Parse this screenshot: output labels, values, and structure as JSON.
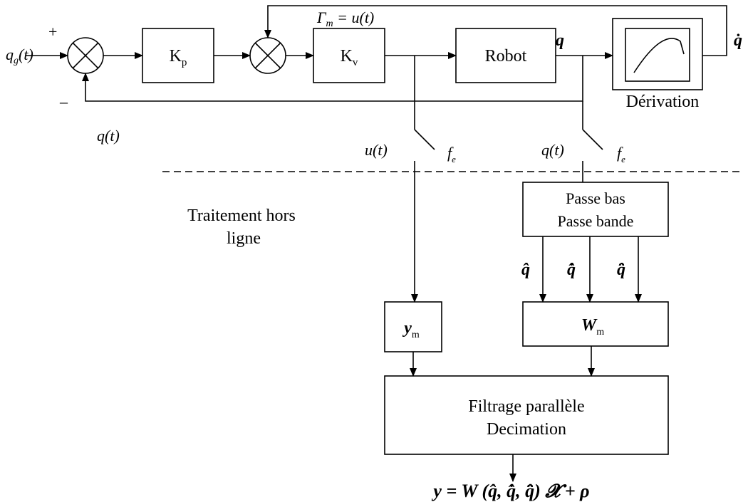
{
  "blocks": {
    "kp": {
      "main": "K",
      "sub": "p"
    },
    "kv": {
      "main": "K",
      "sub": "v"
    },
    "robot": "Robot",
    "derivation_label": "Dérivation",
    "filter": {
      "line1": "Passe bas",
      "line2": "Passe bande"
    },
    "ym": {
      "main": "y",
      "sub": "m"
    },
    "wm": {
      "main": "W",
      "sub": "m"
    },
    "decimation": {
      "line1": "Filtrage parallèle",
      "line2": "Decimation"
    }
  },
  "signals": {
    "qg": {
      "main": "q",
      "sub": "g",
      "tail": "(t)"
    },
    "plus": "+",
    "minus": "–",
    "gamma": {
      "main": "Γ",
      "sub": "m",
      "rest": " = u(t)"
    },
    "q_out": "q",
    "qdot": "q̇",
    "q_fb": "q(t)",
    "u_sample": "u(t)",
    "q_sample": "q(t)",
    "fe1": {
      "main": "f",
      "sub": "e"
    },
    "fe2": {
      "main": "f",
      "sub": "e"
    },
    "qhat": "q̂",
    "qdothat": "q̂̇",
    "qddothat": "q̂̈"
  },
  "offline_label": {
    "line1": "Traitement hors",
    "line2": "ligne"
  },
  "equation": {
    "lhs": "y",
    "eq": " = ",
    "W": "W",
    "args": " (q̂, q̂̇, q̂̈) ",
    "chi": "𝓧",
    "plus": " + ",
    "rho": "ρ"
  }
}
